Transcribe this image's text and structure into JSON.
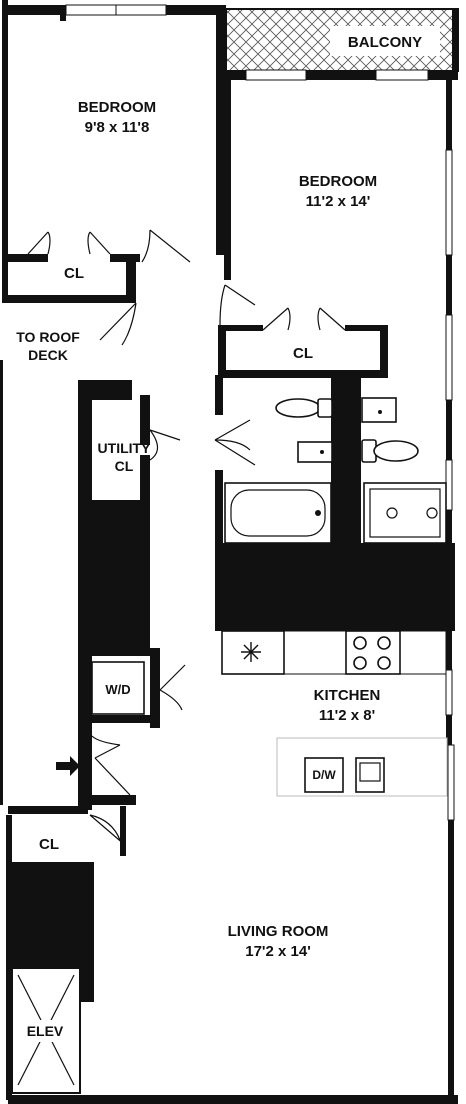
{
  "rooms": {
    "bedroom1": {
      "name": "BEDROOM",
      "dims": "9'8 x 11'8"
    },
    "bedroom2": {
      "name": "BEDROOM",
      "dims": "11'2 x 14'"
    },
    "kitchen": {
      "name": "KITCHEN",
      "dims": "11'2 x 8'"
    },
    "living": {
      "name": "LIVING ROOM",
      "dims": "17'2 x 14'"
    }
  },
  "labels": {
    "balcony": "BALCONY",
    "closet": "CL",
    "roof_deck_line1": "TO ROOF",
    "roof_deck_line2": "DECK",
    "utility_line1": "UTILITY",
    "utility_line2": "CL",
    "washer_dryer": "W/D",
    "dishwasher": "D/W",
    "elevator": "ELEV"
  },
  "icons": {
    "entrance": "arrow-right-icon",
    "freezer": "snowflake-icon",
    "stove": "stove-burners-icon",
    "elevator": "elevator-x-icon"
  }
}
